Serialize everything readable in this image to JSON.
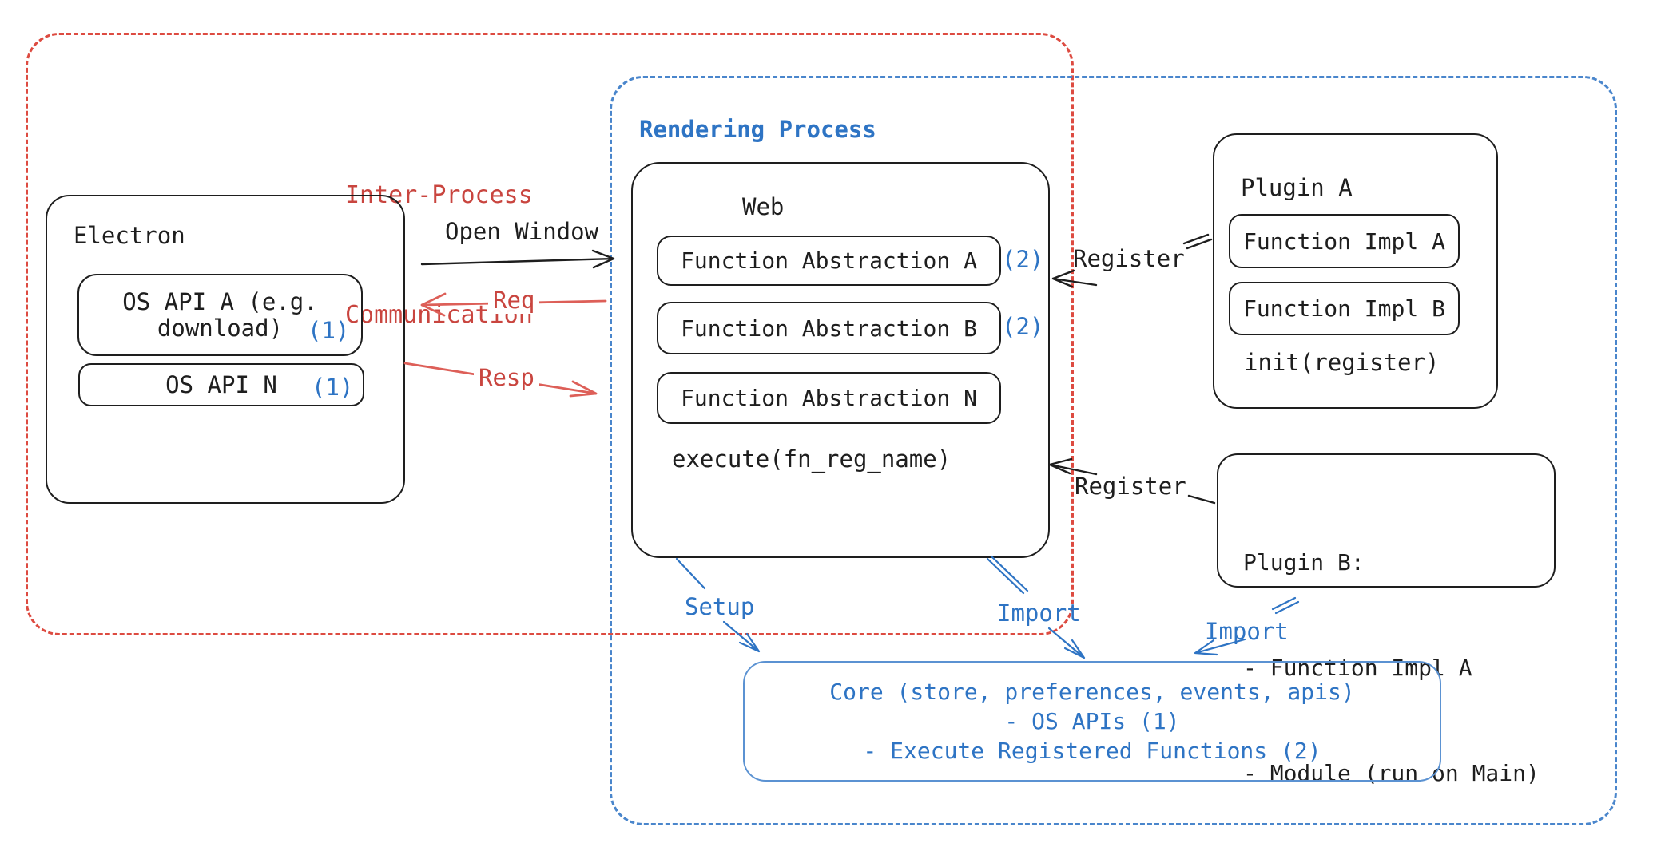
{
  "canvas": {
    "background": "#ffffff"
  },
  "colors": {
    "black": "#1e1e1e",
    "red_text": "#c9453f",
    "red_dash_border": "#dd4b41",
    "red_arrow": "#dd5f58",
    "blue_text": "#2e74c4",
    "blue_dash_border": "#4a86cc",
    "core_border": "#5b92d2"
  },
  "ipc_box": {
    "label_line1": "Inter-Process",
    "label_line2": "Communication"
  },
  "rendering_box": {
    "label": "Rendering Process"
  },
  "electron": {
    "title": "Electron",
    "os_api_a": {
      "line1": "OS API A (e.g.",
      "line2": "download)",
      "badge": "(1)"
    },
    "os_api_n": {
      "label": "OS API N",
      "badge": "(1)"
    }
  },
  "connections": {
    "open_window": "Open Window",
    "req": "Req",
    "resp": "Resp",
    "register_plugin_a": "Register",
    "register_plugin_b": "Register",
    "setup": "Setup",
    "import_web": "Import",
    "import_plugin_b": "Import"
  },
  "web": {
    "title": "Web",
    "abstractions": [
      {
        "label": "Function Abstraction A",
        "badge": "(2)"
      },
      {
        "label": "Function Abstraction B",
        "badge": "(2)"
      },
      {
        "label": "Function Abstraction N",
        "badge": ""
      }
    ],
    "execute": "execute(fn_reg_name)"
  },
  "plugin_a": {
    "title": "Plugin A",
    "impl_a": "Function Impl A",
    "impl_b": "Function Impl B",
    "init": "init(register)"
  },
  "plugin_b": {
    "title": "Plugin B:",
    "item_1": "- Function Impl A",
    "item_2": "- Module (run on Main)"
  },
  "core": {
    "line1": "Core (store, preferences, events, apis)",
    "line2": "- OS APIs (1)",
    "line3": "- Execute Registered Functions (2)"
  }
}
